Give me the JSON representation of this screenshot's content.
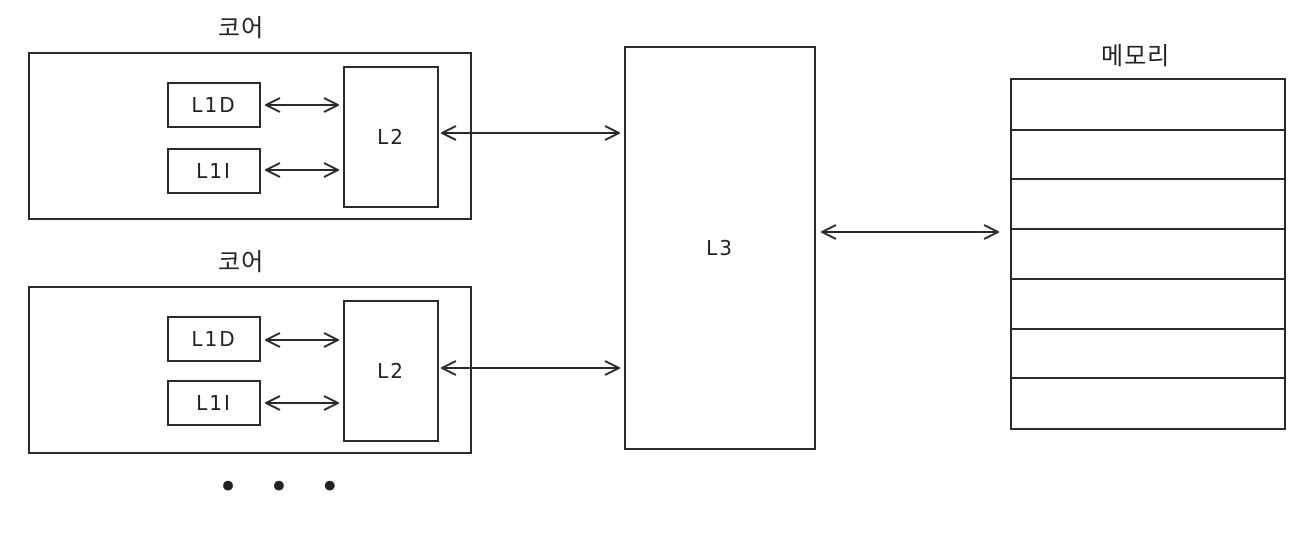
{
  "cores": [
    {
      "title": "코어",
      "l1d": "L1D",
      "l1i": "L1I",
      "l2": "L2"
    },
    {
      "title": "코어",
      "l1d": "L1D",
      "l1i": "L1I",
      "l2": "L2"
    }
  ],
  "ellipsis": "• • •",
  "l3": {
    "label": "L3"
  },
  "memory": {
    "title": "메모리",
    "row_count": 7
  },
  "colors": {
    "stroke": "#2a2a2a",
    "background": "#ffffff"
  }
}
